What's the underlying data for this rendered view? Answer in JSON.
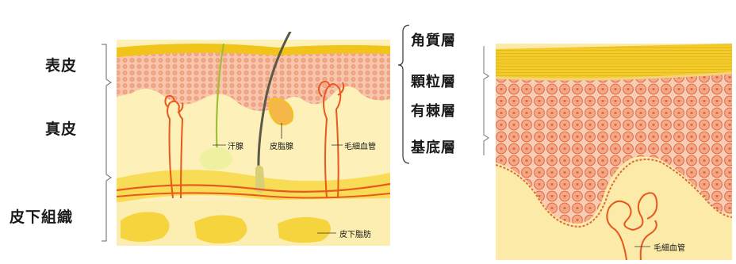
{
  "left_labels": {
    "epidermis": "表皮",
    "dermis": "真皮",
    "subcutis": "皮下組織"
  },
  "layer_labels": {
    "stratum_corneum": "角質層",
    "stratum_granulosum": "顆粒層",
    "stratum_spinosum": "有棘層",
    "stratum_basale": "基底層"
  },
  "inner_labels": {
    "sweat_gland": "汗腺",
    "sebaceous_gland": "皮脂腺",
    "capillary": "毛細血管",
    "subcutaneous_fat": "皮下脂肪",
    "capillary_right": "毛細血管"
  },
  "colors": {
    "stratum_corneum": "#f0c419",
    "dermis": "#fbeaa6",
    "epidermis_cells": "#f4b59a",
    "cell_outline": "#e0663a",
    "blood_vessel": "#e8581f",
    "hair": "#4a4a3a",
    "fat": "#f6d94a",
    "sweat_gland": "#e8ef9a"
  }
}
